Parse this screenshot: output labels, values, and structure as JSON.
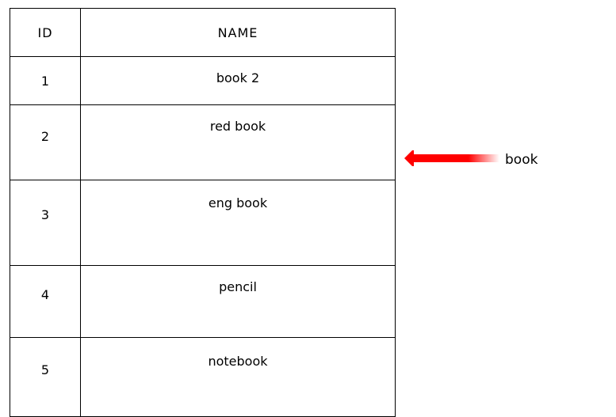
{
  "table": {
    "headers": {
      "id": "ID",
      "name": "NAME"
    },
    "rows": [
      {
        "id": "1",
        "name": "book 2"
      },
      {
        "id": "2",
        "name": "red book"
      },
      {
        "id": "3",
        "name": "eng book"
      },
      {
        "id": "4",
        "name": "pencil"
      },
      {
        "id": "5",
        "name": "notebook"
      }
    ]
  },
  "annotation": {
    "label": "book",
    "arrow_color": "#ff0000"
  }
}
